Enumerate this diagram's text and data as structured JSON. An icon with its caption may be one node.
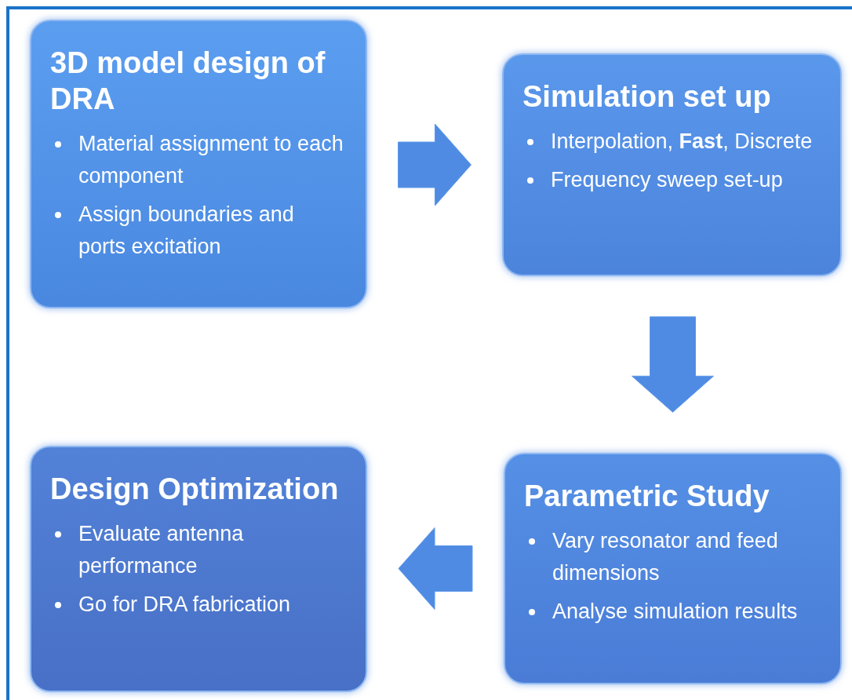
{
  "diagram": {
    "nodes": [
      {
        "text": [
          "3D model design of DRA",
          "Material assignment to each component",
          "Assign boundaries and ports excitation"
        ]
      },
      {
        "text": [
          "Simulation set up",
          "Interpolation, **Fast**, Discrete",
          "Frequency sweep set-up"
        ]
      },
      {
        "text": [
          "Parametric Study",
          "Vary resonator and feed dimensions",
          "Analyse simulation results"
        ]
      },
      {
        "text": [
          "Design Optimization",
          "Evaluate antenna performance",
          "Go for DRA fabrication"
        ]
      }
    ],
    "edges": [
      {
        "from": 0,
        "to": 1,
        "arrow": "to"
      },
      {
        "from": 1,
        "to": 2,
        "arrow": "to"
      },
      {
        "from": 2,
        "to": 3,
        "arrow": "to"
      }
    ]
  }
}
